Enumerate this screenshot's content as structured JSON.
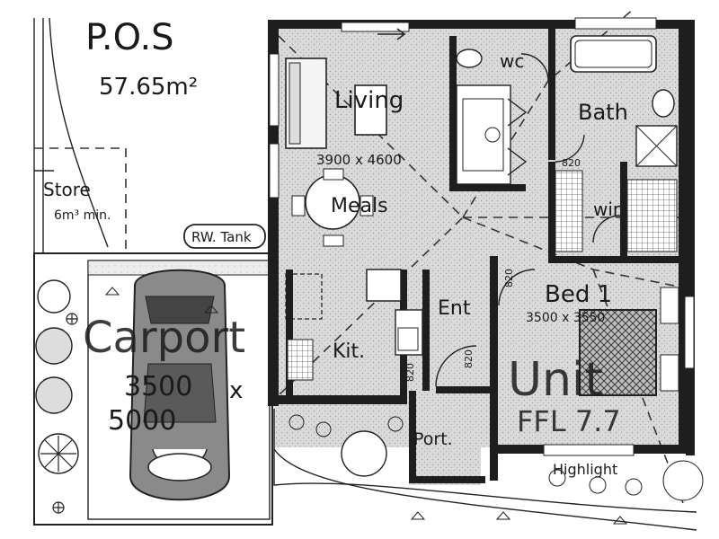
{
  "pos": {
    "title": "P.O.S",
    "area": "57.65m²"
  },
  "store": {
    "label": "Store",
    "note": "6m³ min."
  },
  "tank": {
    "label": "RW. Tank"
  },
  "carport": {
    "label": "Carport",
    "dim_w": "3500",
    "dim_x": "x",
    "dim_l": "5000"
  },
  "living": {
    "label": "Living",
    "dims": "3900 x 4600"
  },
  "meals": {
    "label": "Meals"
  },
  "kitchen": {
    "label": "Kit."
  },
  "entry": {
    "label": "Ent"
  },
  "porch": {
    "label": "Port."
  },
  "wc": {
    "label": "wc"
  },
  "bath": {
    "label": "Bath"
  },
  "wir": {
    "label": "wir"
  },
  "bed1": {
    "label": "Bed 1",
    "dims": "3500 x 3550"
  },
  "unit": {
    "label": "Unit",
    "ffl": "FFL 7.7"
  },
  "highlight": {
    "label": "Highlight"
  },
  "door_marks": {
    "d1": "820",
    "d2": "820",
    "d3": "820",
    "d4": "820"
  }
}
